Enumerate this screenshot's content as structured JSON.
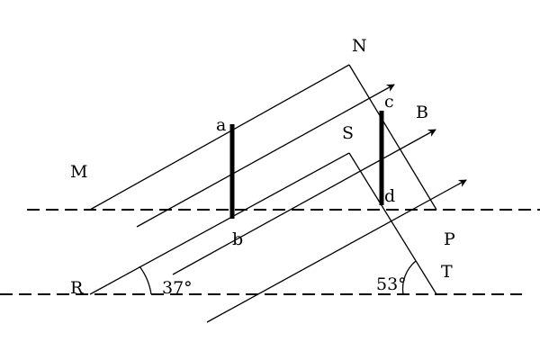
{
  "labels": {
    "M": "M",
    "N": "N",
    "S": "S",
    "P": "P",
    "R": "R",
    "T": "T",
    "a": "a",
    "b": "b",
    "c": "c",
    "d": "d",
    "B": "B"
  },
  "angles": {
    "left": "37°",
    "right": "53°"
  },
  "colors": {
    "line": "#000000",
    "background": "#ffffff"
  }
}
